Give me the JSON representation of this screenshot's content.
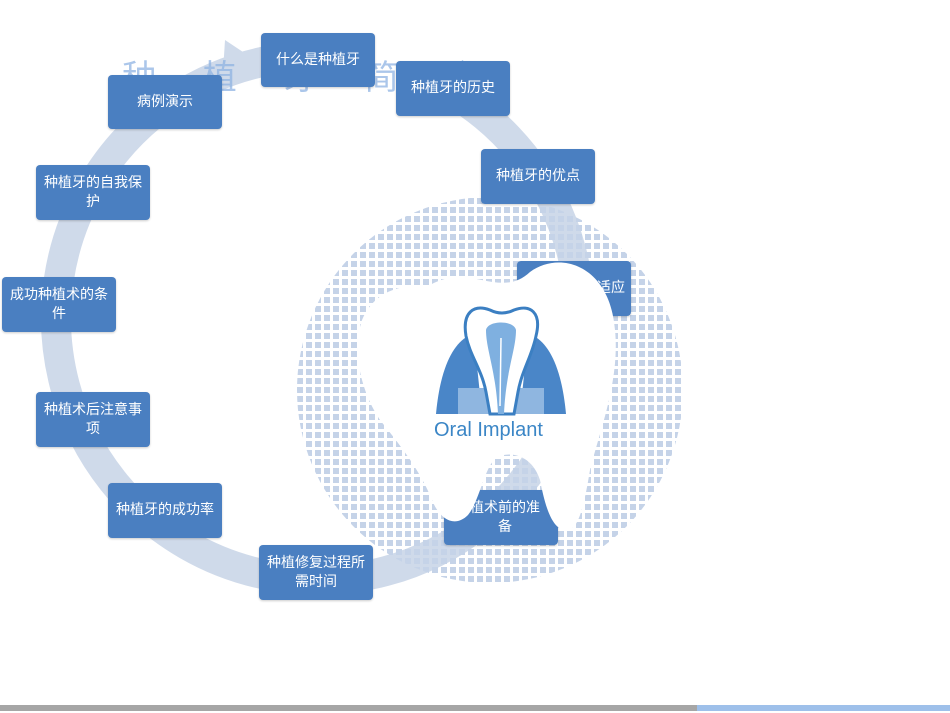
{
  "title": "种 植 牙 简 介",
  "logo_text": "Oral Implant",
  "colors": {
    "node": "#4a7fc1",
    "ring": "#cfdaea",
    "accent": "#3b86c6",
    "bar_gray": "#a6a6a6",
    "bar_blue": "#9ec0ea"
  },
  "nodes": {
    "n1": "什么是种植牙",
    "n2": "种植牙的历史",
    "n3": "种植牙的优点",
    "n4": "适应",
    "n5": "植术前的准备",
    "n6": "种植修复过程所需时间",
    "n7": "种植牙的成功率",
    "n8": "种植术后注意事项",
    "n9": "成功种植术的条件",
    "n10": "种植牙的自我保护",
    "n11": "病例演示"
  }
}
